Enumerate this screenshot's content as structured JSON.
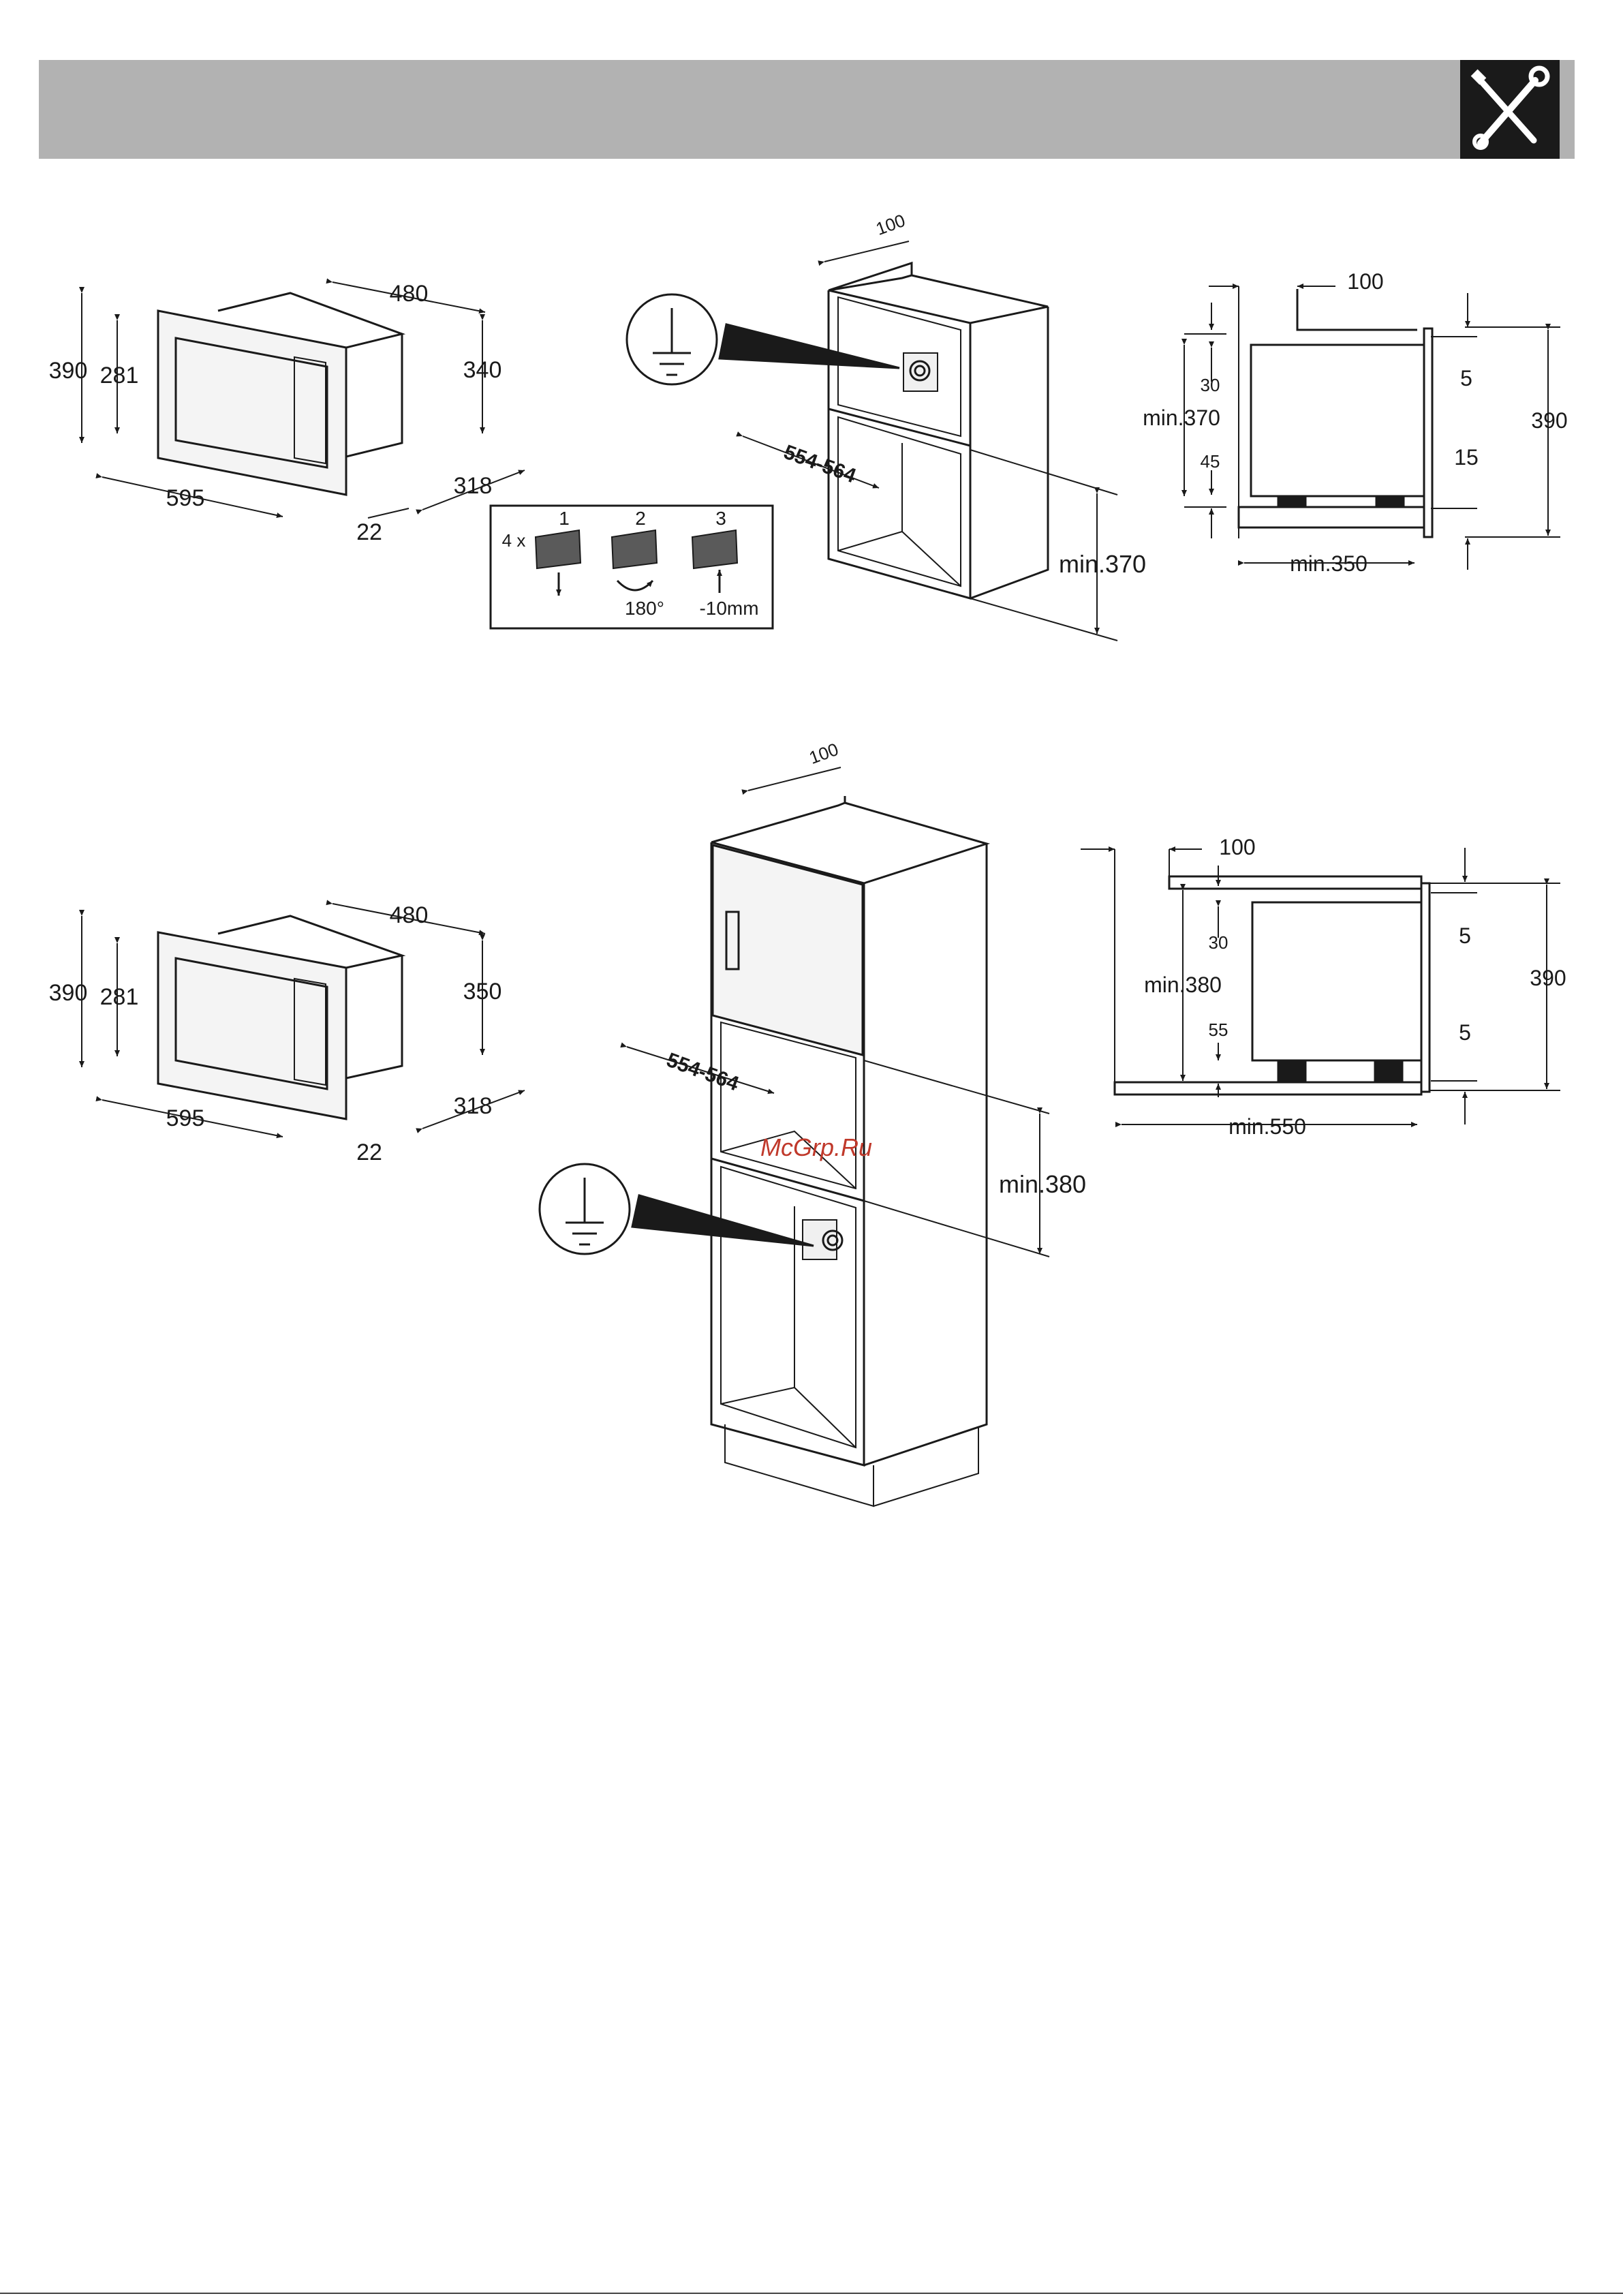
{
  "header": {
    "icon": "tools-icon"
  },
  "watermark": "McGrp.Ru",
  "figure_top": {
    "appliance": {
      "w": "595",
      "h": "390",
      "inner_h": "281",
      "d1": "480",
      "d2": "340",
      "d3": "318",
      "bottom": "22"
    },
    "steps": {
      "multiplier": "4 x",
      "s1": "1",
      "s2": "2",
      "s3": "3",
      "rotate": "180°",
      "lower": "-10mm"
    },
    "cabinet": {
      "top_gap": "100",
      "width": "554-564",
      "height": "min.370"
    },
    "side": {
      "top_gap": "100",
      "a": "30",
      "b": "45",
      "height": "min.370",
      "depth": "min.350",
      "r1": "5",
      "r2": "15",
      "total": "390"
    }
  },
  "figure_bottom": {
    "appliance": {
      "w": "595",
      "h": "390",
      "inner_h": "281",
      "d1": "480",
      "d2": "350",
      "d3": "318",
      "bottom": "22"
    },
    "cabinet": {
      "top_gap": "100",
      "width": "554-564",
      "height": "min.380"
    },
    "side": {
      "top_gap": "100",
      "a": "30",
      "b": "55",
      "height": "min.380",
      "depth": "min.550",
      "r1": "5",
      "r2": "5",
      "total": "390"
    }
  },
  "icons": [
    "ground-symbol-icon",
    "wrench-screwdriver-icon"
  ]
}
